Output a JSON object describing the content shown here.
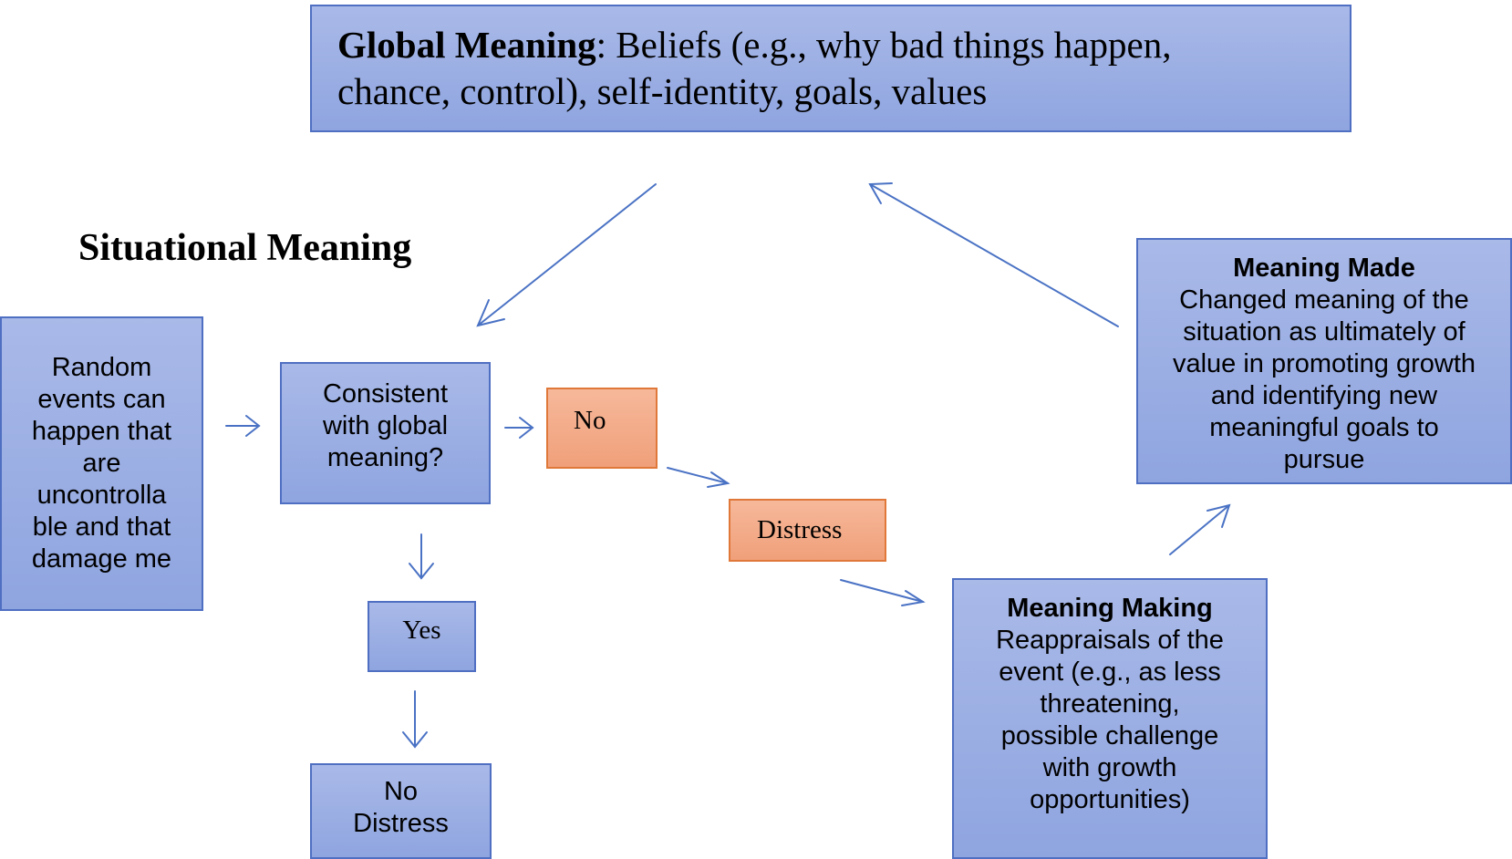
{
  "global_meaning": {
    "heading": "Global Meaning",
    "text_line1": ": Beliefs (e.g., why bad things happen,",
    "text_line2": "chance, control), self-identity, goals, values"
  },
  "situational_meaning_title": "Situational Meaning",
  "random_events": [
    "Random",
    "events can",
    "happen that",
    "are",
    "uncontrolla",
    "ble and that",
    "damage me"
  ],
  "consistent": [
    "Consistent",
    "with global",
    "meaning?"
  ],
  "no_label": "No",
  "yes_label": "Yes",
  "distress_label": "Distress",
  "no_distress": [
    "No",
    "Distress"
  ],
  "meaning_making": {
    "heading": "Meaning Making",
    "lines": [
      "Reappraisals of the",
      "event (e.g., as less",
      "threatening,",
      "possible challenge",
      "with growth",
      "opportunities)"
    ]
  },
  "meaning_made": {
    "heading": "Meaning Made",
    "lines": [
      "Changed meaning of the",
      "situation as ultimately of",
      "value in promoting growth",
      "and identifying new",
      "meaningful goals to",
      "pursue"
    ]
  },
  "colors": {
    "box_fill": "#98abe3",
    "box_border": "#4f6fc2",
    "accent_box_fill": "#f3ab88",
    "accent_border": "#e0783a",
    "arrow": "#4a72c4"
  }
}
